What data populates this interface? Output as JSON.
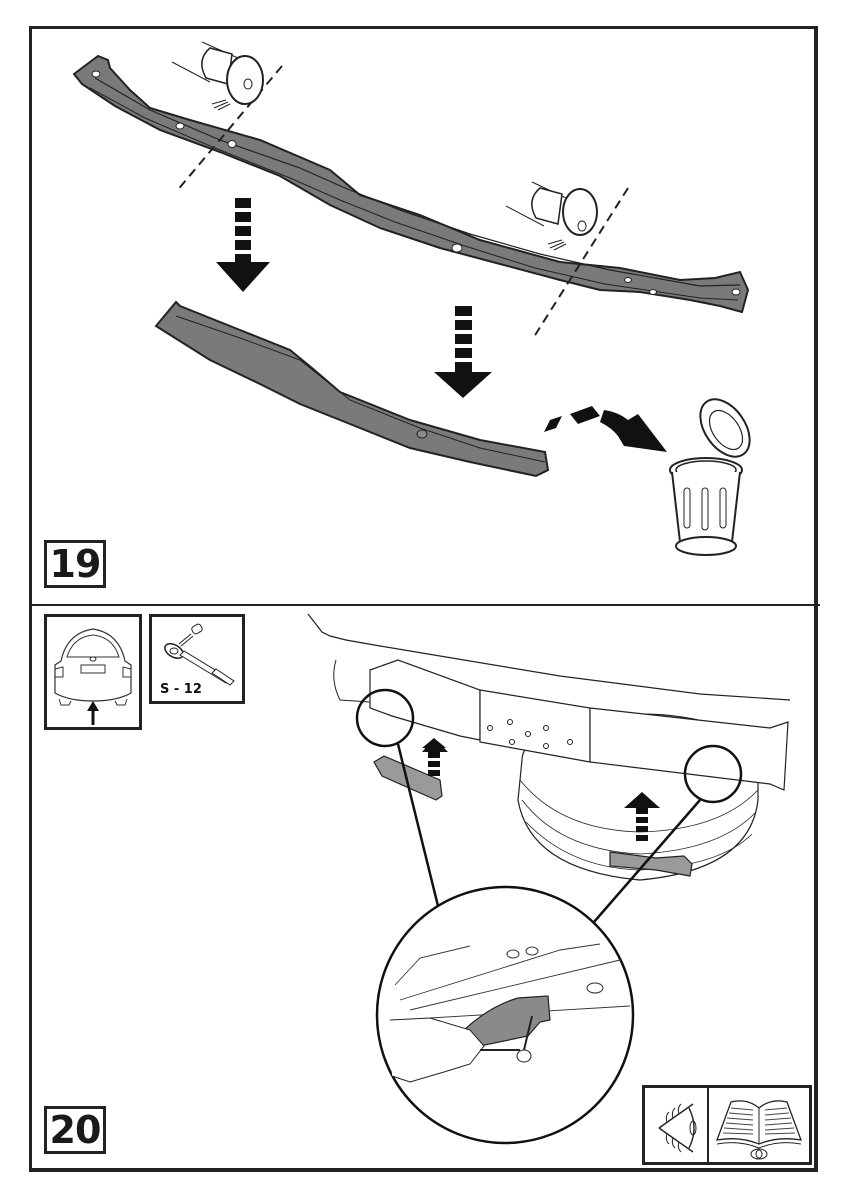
{
  "document": {
    "type": "assembly-instructions",
    "colors": {
      "line": "#222222",
      "part_fill": "#7a7a7a",
      "part_fill_light": "#9a9a9a",
      "background": "#ffffff"
    }
  },
  "steps": [
    {
      "number": "19",
      "description_icons": [
        "crossmember-icon",
        "cut-line-icon",
        "grinder-disc-icon",
        "down-arrow-icon",
        "discard-arrow-icon",
        "trash-bin-icon"
      ]
    },
    {
      "number": "20",
      "vehicle_view_icon": "car-rear-view-icon",
      "tool": {
        "icon": "ratchet-wrench-icon",
        "label": "S - 12"
      },
      "description_icons": [
        "rear-frame-icon",
        "spare-tire-icon",
        "bracket-icon",
        "up-arrow-icon",
        "detail-magnifier-icon",
        "hand-tightening-icon"
      ],
      "reference_icons": [
        "eye-icon",
        "manual-book-icon"
      ]
    }
  ]
}
